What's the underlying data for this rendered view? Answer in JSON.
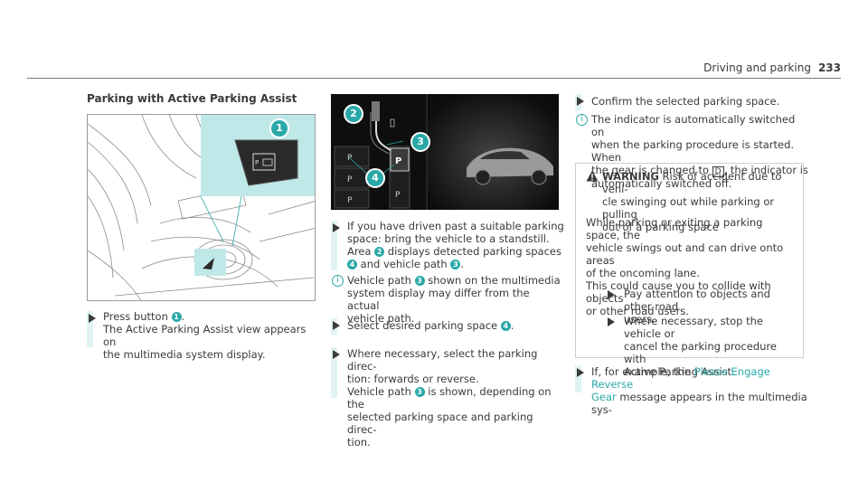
{
  "header": {
    "section": "Driving and parking",
    "page": "233"
  },
  "title": "Parking with Active Parking Assist",
  "col1": {
    "step1": [
      "Press button",
      "."
    ],
    "step1_line2": "The Active Parking Assist view appears on",
    "step1_line3": "the multimedia system display.",
    "callout": "1"
  },
  "fig2": {
    "callouts": [
      "2",
      "3",
      "4"
    ],
    "gear_letters": [
      "P",
      "P",
      "P",
      "P",
      "P"
    ]
  },
  "col2": {
    "a_l1": "If you have driven past a suitable parking",
    "a_l2": "space: bring the vehicle to a standstill.",
    "a_l3a": "Area",
    "a_l3b": "displays detected parking spaces",
    "a_l4b": "and vehicle path",
    "a_l4c": ".",
    "info_l1a": "Vehicle path",
    "info_l1b": "shown on the multimedia",
    "info_l2": "system display may differ from the actual",
    "info_l3": "vehicle path.",
    "b_l1a": "Select desired parking space",
    "b_l1b": ".",
    "c_l1": "Where necessary, select the parking direc-",
    "c_l2": "tion: forwards or reverse.",
    "c_l3a": "Vehicle path",
    "c_l3b": "is shown, depending on the",
    "c_l4": "selected parking space and parking direc-",
    "c_l5": "tion.",
    "n2": "2",
    "n3": "3",
    "n4": "4"
  },
  "col3": {
    "a": "Confirm the selected parking space.",
    "info_l1": "The indicator is automatically switched on",
    "info_l2": "when the parking procedure is started. When",
    "info_l3a": "the gear is changed to",
    "info_l3b": "D",
    "info_l3c": ", the indicator is",
    "info_l4": "automatically switched off.",
    "warn_label": "WARNING",
    "warn_l1": "Risk of accident due to vehi-",
    "warn_l2": "cle swinging out while parking or pulling",
    "warn_l3": "out of a parking space",
    "warn_p1": "While parking or exiting a parking space, the",
    "warn_p2": "vehicle swings out and can drive onto areas",
    "warn_p3": "of the oncoming lane.",
    "warn_p4": "This could cause you to collide with objects",
    "warn_p5": "or other road users.",
    "warn_s1a": "Pay attention to objects and other road",
    "warn_s1b": "users.",
    "warn_s2a": "Where necessary, stop the vehicle or",
    "warn_s2b": "cancel the parking procedure with",
    "warn_s2c": "Active Parking Assist.",
    "last_a": "If, for example, the",
    "last_link1": "Please Engage Reverse",
    "last_link2": "Gear",
    "last_b": "message appears in the multimedia sys-"
  },
  "colors": {
    "accent": "#2aa8a8",
    "text": "#3a3a3a",
    "bar": "#dff3f3"
  }
}
